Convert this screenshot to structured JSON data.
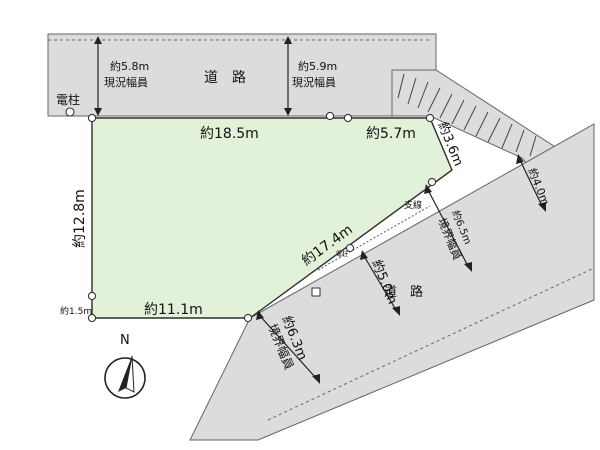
{
  "labels": {
    "top_road_name": "道　路",
    "lower_road_name": "道　路",
    "utility_pole": "電柱",
    "top_width_left_value": "約5.8m",
    "top_width_left_caption": "現況幅員",
    "top_width_right_value": "約5.9m",
    "top_width_right_caption": "現況幅員",
    "side_top": "約18.5m",
    "side_top_right": "約5.7m",
    "side_right_angled": "約3.6m",
    "side_left": "約12.8m",
    "side_bottom": "約11.1m",
    "side_diagonal": "約17.4m",
    "left_small": "約1.5m",
    "support_wire": "支線",
    "pole_small": "電柱",
    "lower_width_40": "約4.0m",
    "lower_width_65_value": "約6.5m",
    "lower_width_65_caption": "境界幅員",
    "lower_width_50": "約5.0m",
    "lower_width_63_value": "約6.3m",
    "lower_width_63_caption": "境界幅員",
    "north": "N"
  },
  "icons": {
    "north_arrow": "compass-north-icon"
  }
}
